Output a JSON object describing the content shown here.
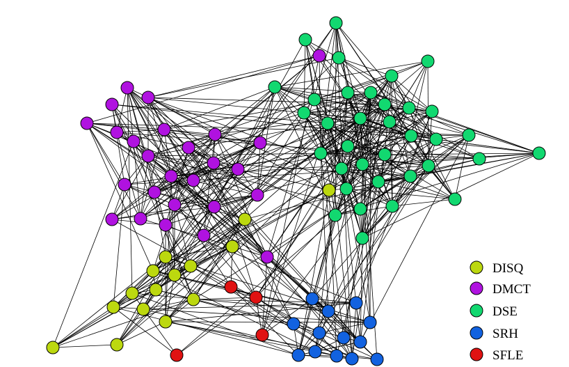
{
  "title": "",
  "groups": [
    {
      "id": "DISQ",
      "label": "DISQ",
      "color": "#bcd80f",
      "node_count": 15
    },
    {
      "id": "DMCT",
      "label": "DMCT",
      "color": "#b012e0",
      "node_count": 26
    },
    {
      "id": "DSE",
      "label": "DSE",
      "color": "#12d870",
      "node_count": 35
    },
    {
      "id": "SRH",
      "label": "SRH",
      "color": "#1262e0",
      "node_count": 13
    },
    {
      "id": "SFLE",
      "label": "SFLE",
      "color": "#e01212",
      "node_count": 4
    }
  ],
  "legend": {
    "placement": "bottom-right"
  }
}
